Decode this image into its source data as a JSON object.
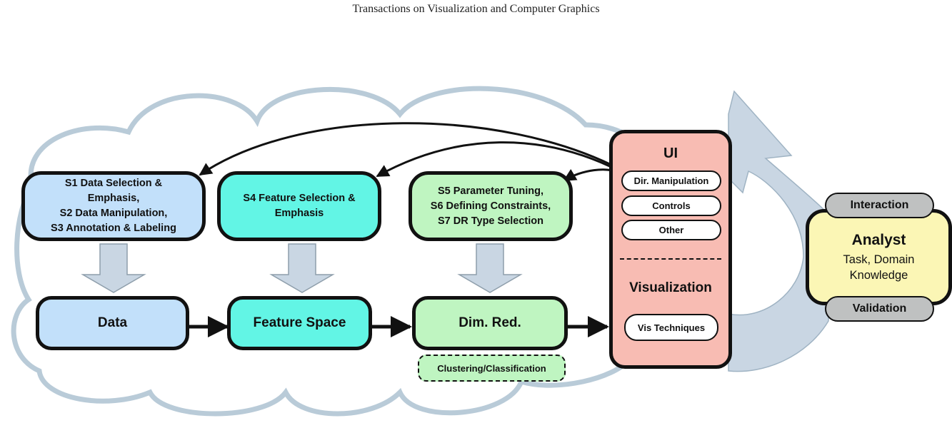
{
  "header": {
    "journal": "Transactions on Visualization and Computer Graphics"
  },
  "colors": {
    "cloud_stroke": "#b9cbd8",
    "data_fill": "#c2e0fa",
    "feature_fill": "#62f5e5",
    "dimred_fill": "#bff5c1",
    "ui_fill": "#f8bcb3",
    "analyst_fill": "#fbf6b5",
    "pill_grey": "#bfc1c1",
    "down_arrow_fill": "#c9d6e3",
    "cycle_arrow_fill": "#c9d6e3"
  },
  "top_boxes": {
    "data_interaction": {
      "label": "S1 Data Selection &\nEmphasis,\nS2 Data Manipulation,\nS3 Annotation & Labeling"
    },
    "feature_interaction": {
      "label": "S4 Feature Selection &\nEmphasis"
    },
    "dr_interaction": {
      "label": "S5 Parameter Tuning,\nS6 Defining Constraints,\nS7 DR Type Selection"
    }
  },
  "flow": {
    "data": "Data",
    "feature_space": "Feature Space",
    "dim_red": "Dim. Red.",
    "clustering": "Clustering/Classification"
  },
  "ui_panel": {
    "title": "UI",
    "items": [
      "Dir. Manipulation",
      "Controls",
      "Other"
    ],
    "vis_title": "Visualization",
    "vis_item": "Vis Techniques"
  },
  "analyst": {
    "interaction": "Interaction",
    "title": "Analyst",
    "subtitle": "Task, Domain\nKnowledge",
    "validation": "Validation"
  }
}
